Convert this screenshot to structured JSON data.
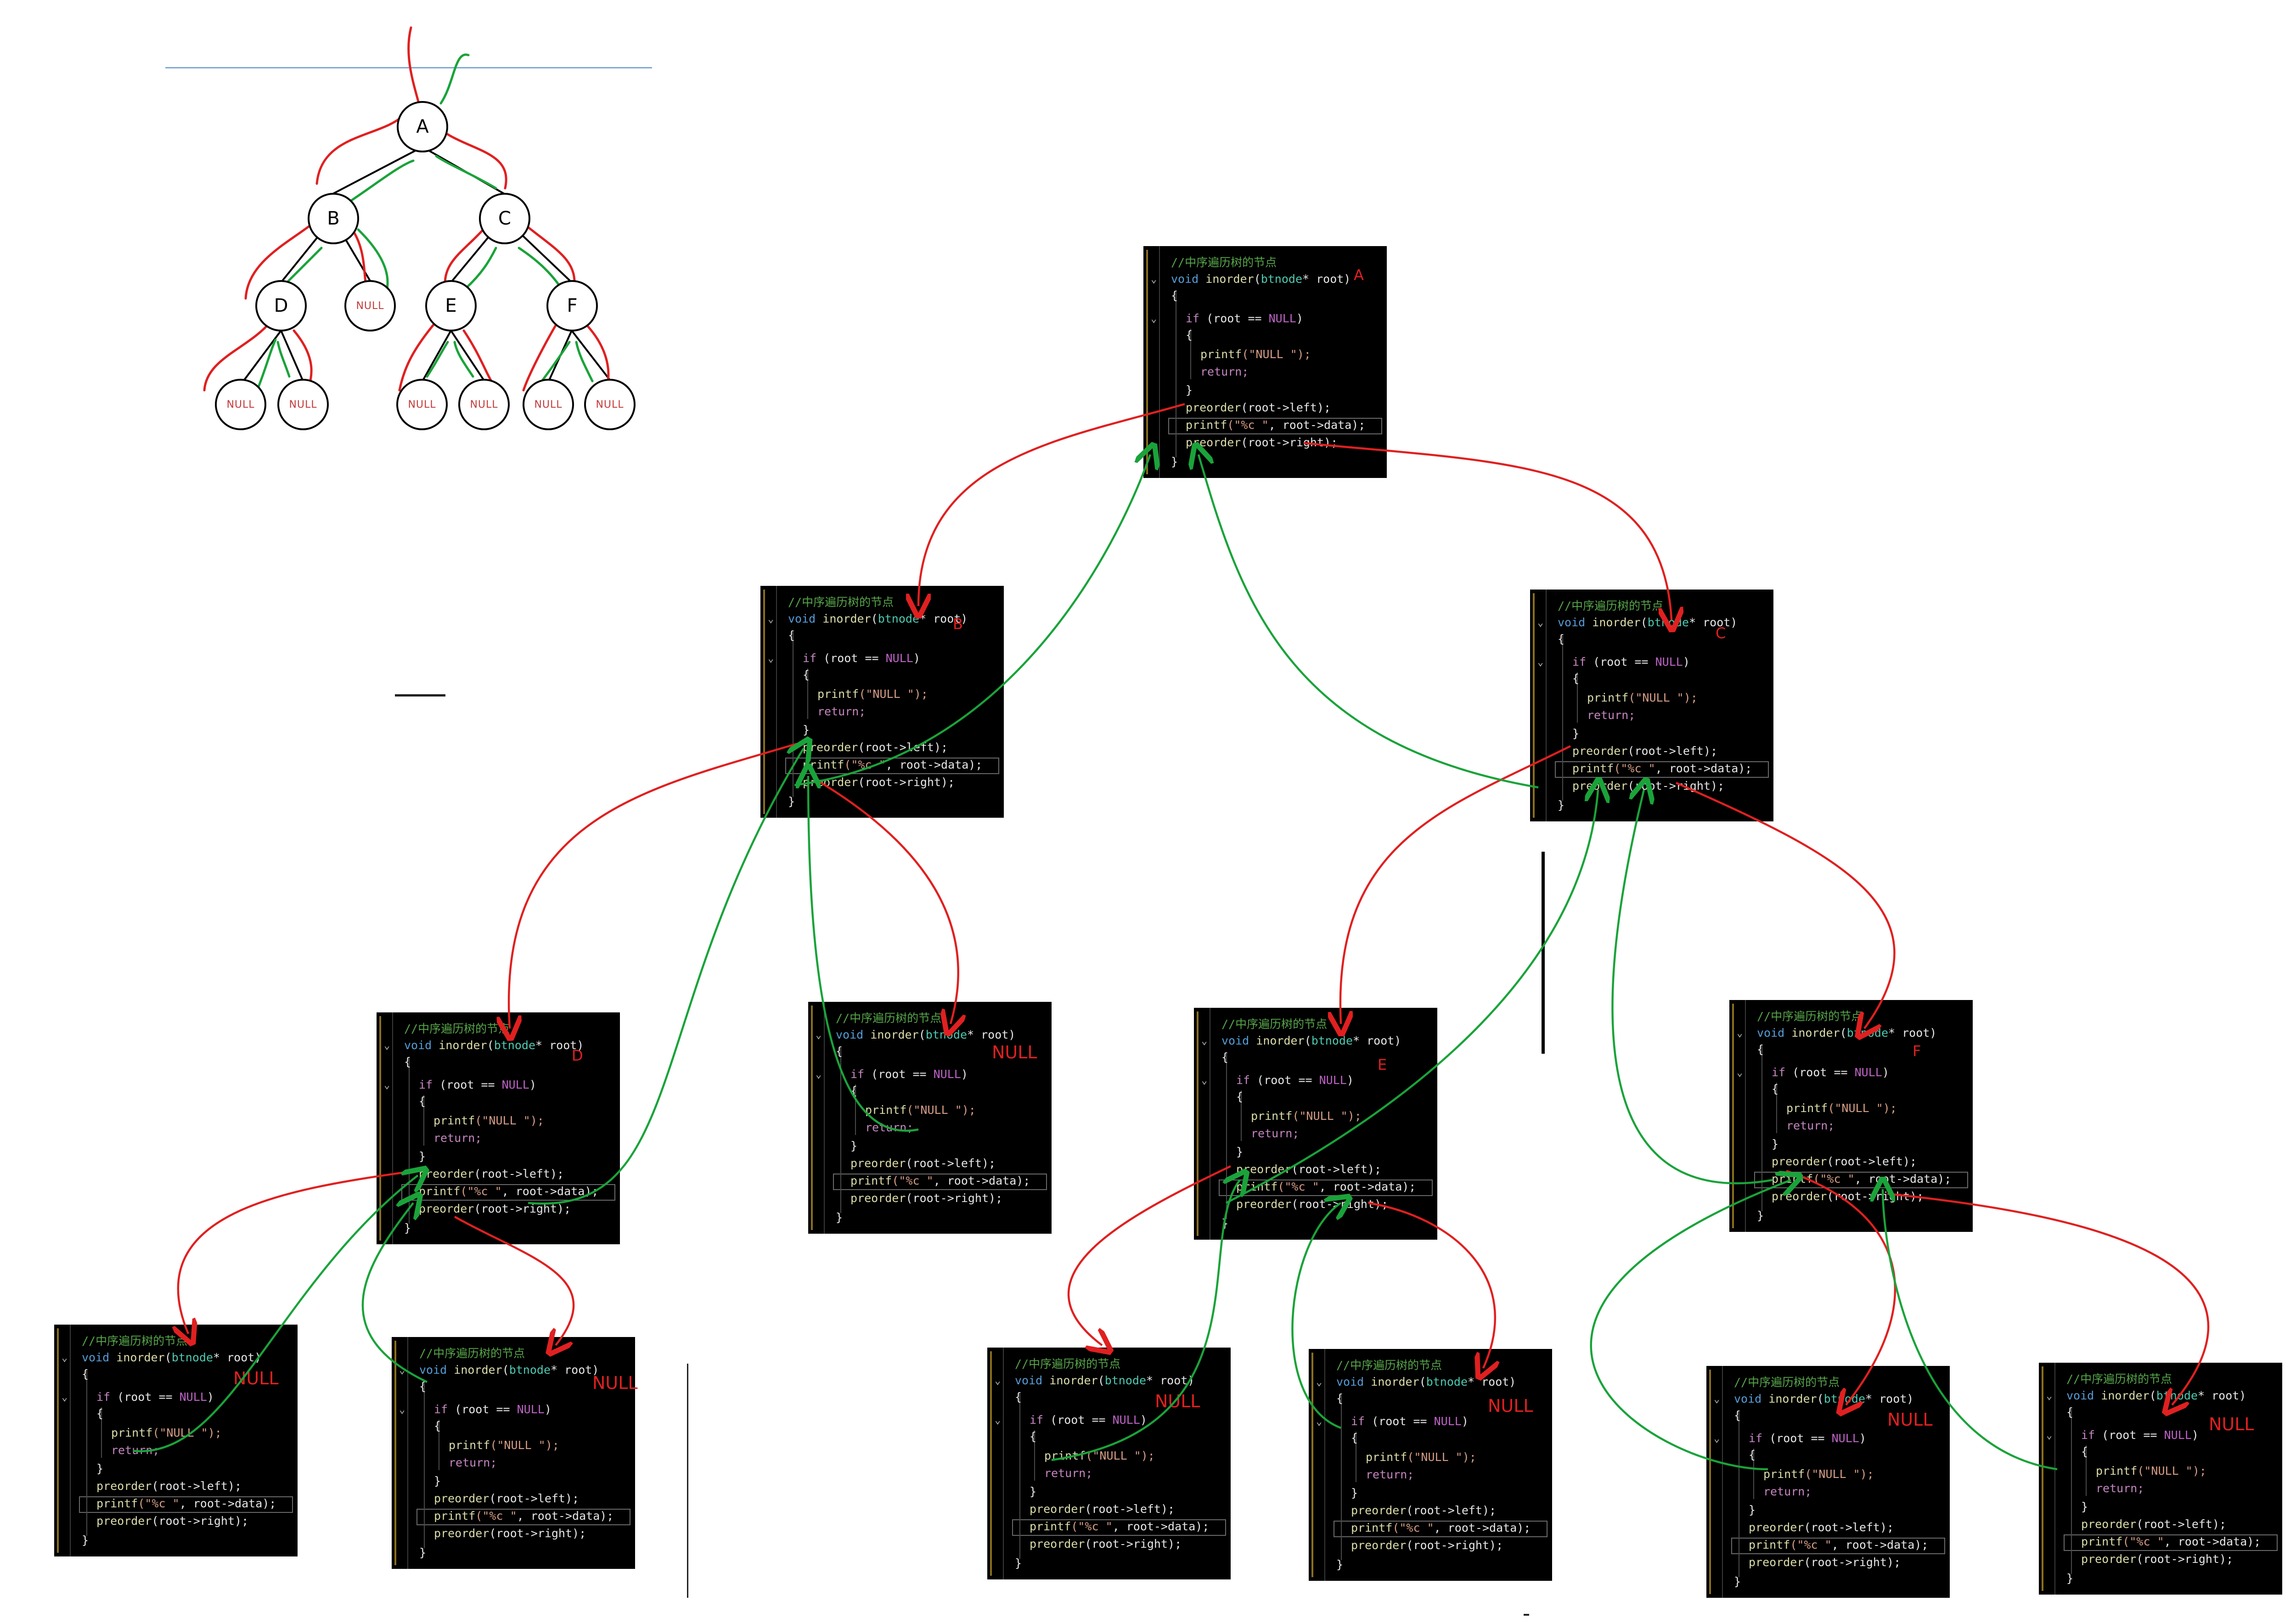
{
  "tree": {
    "nodes": [
      {
        "id": "A",
        "label": "A"
      },
      {
        "id": "B",
        "label": "B"
      },
      {
        "id": "C",
        "label": "C"
      },
      {
        "id": "D",
        "label": "D"
      },
      {
        "id": "E",
        "label": "E"
      },
      {
        "id": "F",
        "label": "F"
      },
      {
        "id": "Bn",
        "label": "NULL"
      },
      {
        "id": "Dl",
        "label": "NULL"
      },
      {
        "id": "Dr",
        "label": "NULL"
      },
      {
        "id": "El",
        "label": "NULL"
      },
      {
        "id": "Er",
        "label": "NULL"
      },
      {
        "id": "Fl",
        "label": "NULL"
      },
      {
        "id": "Fr",
        "label": "NULL"
      }
    ]
  },
  "code": {
    "comment": "//中序遍历树的节点",
    "signature_void": "void ",
    "signature_fn": "inorder",
    "signature_rest_open": "(",
    "signature_type": "btnode",
    "signature_rest_close": "* root)",
    "brace_open": "{",
    "if_kw": "if ",
    "if_cond_open": "(root == ",
    "if_null": "NULL",
    "if_cond_close": ")",
    "printf_fn": "printf",
    "printf_null_str": "(\"NULL \");",
    "return_kw": "return;",
    "brace_close": "}",
    "preorder_left_fn": "preorder",
    "preorder_left_args": "(root->left);",
    "printf_data_fn": "printf",
    "printf_data_str": "(\"%c \"",
    "printf_data_args": ", root->data);",
    "preorder_right_fn": "preorder",
    "preorder_right_args": "(root->right);"
  },
  "panels": [
    {
      "id": "A",
      "label": "A"
    },
    {
      "id": "B",
      "label": "B"
    },
    {
      "id": "C",
      "label": "C"
    },
    {
      "id": "D",
      "label": "D"
    },
    {
      "id": "B-right-null",
      "label": "NULL"
    },
    {
      "id": "E",
      "label": "E"
    },
    {
      "id": "F",
      "label": "F"
    },
    {
      "id": "D-left-null",
      "label": "NULL"
    },
    {
      "id": "D-right-null",
      "label": "NULL"
    },
    {
      "id": "E-left-null",
      "label": "NULL"
    },
    {
      "id": "E-right-null",
      "label": "NULL"
    },
    {
      "id": "F-left-null",
      "label": "NULL"
    },
    {
      "id": "F-right-null",
      "label": "NULL"
    }
  ],
  "colors": {
    "call_arrow": "#e02020",
    "return_arrow": "#1aa33a",
    "panel_bg": "#000000"
  }
}
